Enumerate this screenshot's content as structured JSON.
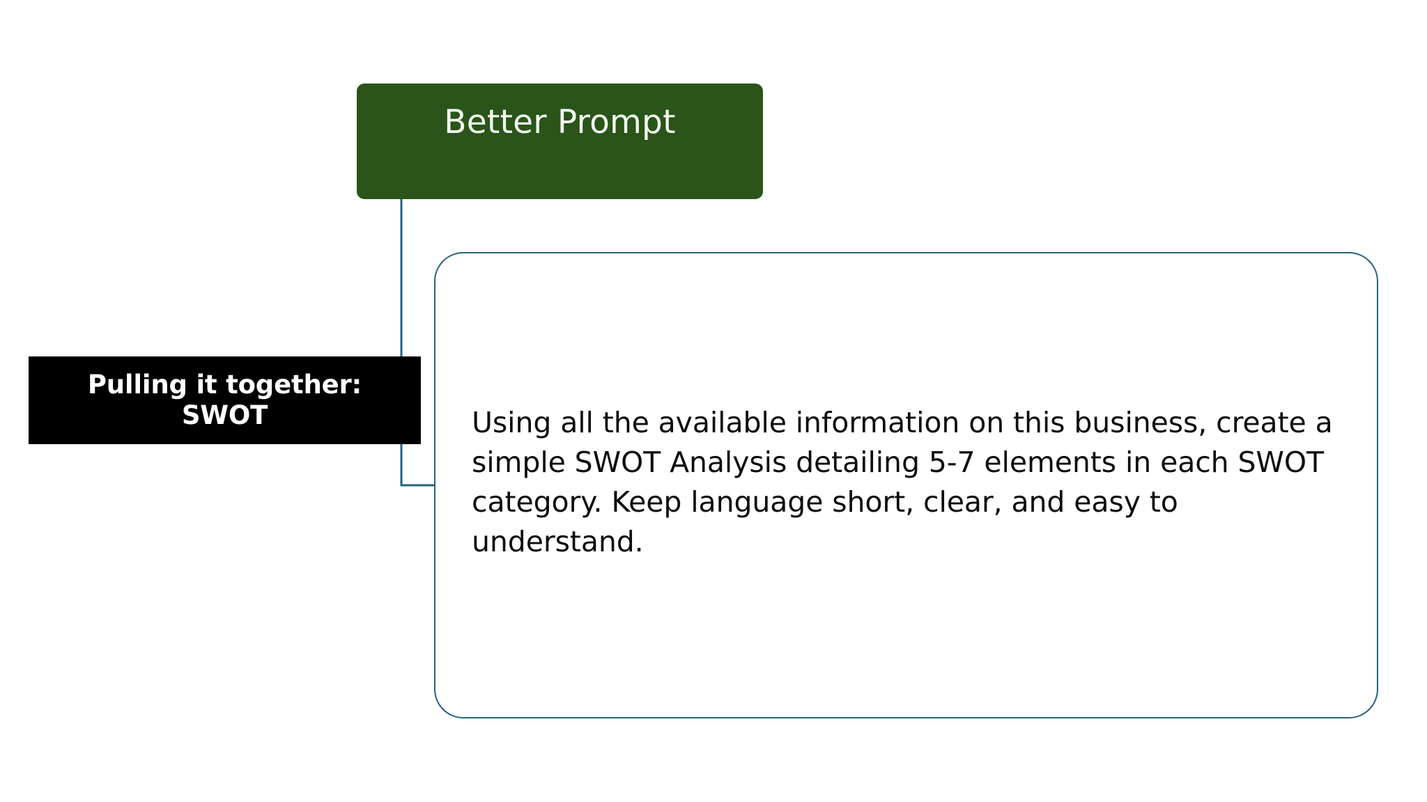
{
  "slide": {
    "background_color": "#ffffff",
    "accent_color": "#26627F",
    "node_color": "#2A5419",
    "title_block_color": "#000000"
  },
  "node": {
    "label": "Better Prompt"
  },
  "section_title": {
    "line1": "Pulling it together:",
    "line2": "SWOT",
    "full": "Pulling it together: SWOT"
  },
  "prompt_card": {
    "body": "Using all the available information on this business, create a simple SWOT Analysis detailing 5-7 elements in each SWOT category. Keep language short, clear, and easy to understand."
  },
  "connector": {
    "name": "elbow-connector",
    "color": "#26627F"
  }
}
